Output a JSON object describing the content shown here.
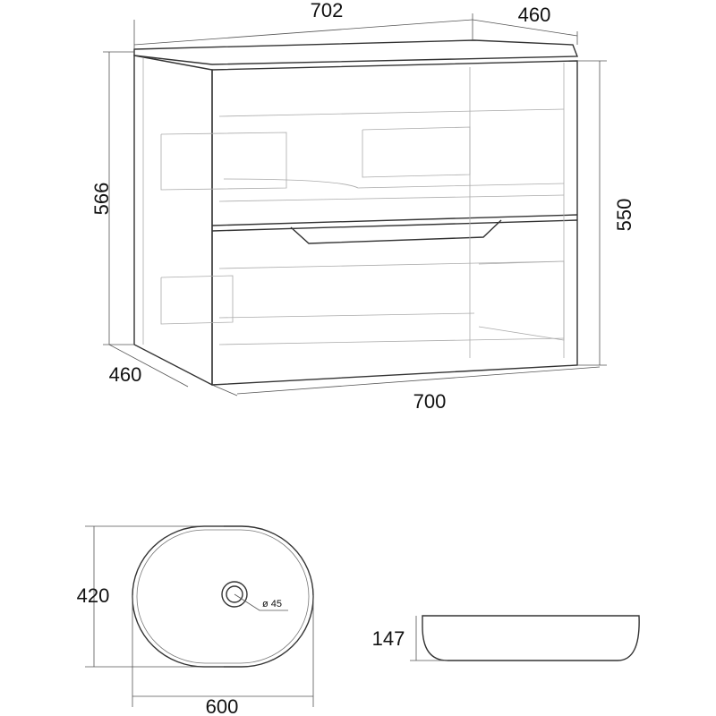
{
  "cabinet": {
    "dims": {
      "top_width": "702",
      "top_depth": "460",
      "height_left": "566",
      "height_right": "550",
      "bottom_depth": "460",
      "bottom_width": "700"
    }
  },
  "basin": {
    "dims": {
      "height": "420",
      "width": "600",
      "depth": "147",
      "drain": "ø 45"
    }
  }
}
